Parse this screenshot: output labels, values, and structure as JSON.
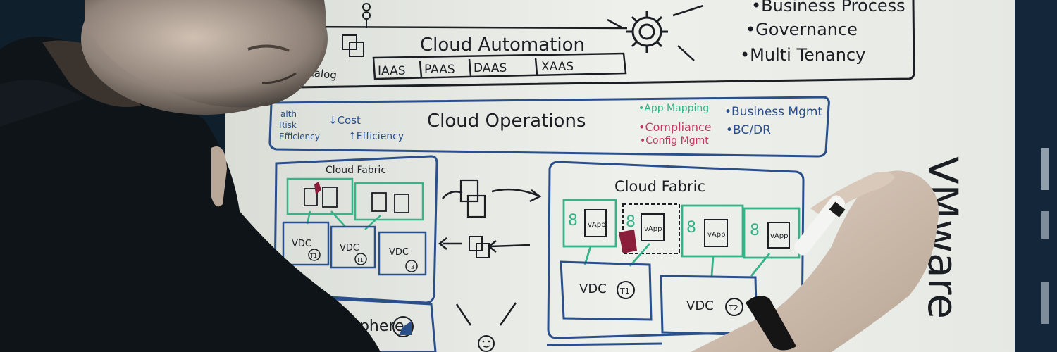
{
  "palette": {
    "board": "#eef0ec",
    "ink_black": "#1b1f24",
    "ink_blue": "#2a4f8a",
    "ink_green": "#37b38a",
    "ink_red": "#c23a64",
    "ink_maroon": "#8b1e3a",
    "stand": "#0f1f2c",
    "skin": "#c9b8a8",
    "shirt": "#101418"
  },
  "board": {
    "top_right_list": [
      "•Business Process",
      "•Governance",
      "•Multi Tenancy"
    ],
    "automation": {
      "title": "Cloud Automation",
      "catalog_label": "Catalog",
      "services": [
        "IAAS",
        "PAAS",
        "DAAS",
        "XAAS"
      ]
    },
    "operations": {
      "title": "Cloud Operations",
      "left_notes": [
        "alth",
        "Risk",
        "Efficiency"
      ],
      "cost_notes": [
        "↓Cost",
        "↑Efficiency"
      ],
      "mid_notes": [
        "•App Mapping"
      ],
      "red_notes": [
        "•Compliance",
        "•Config Mgmt"
      ],
      "right_notes": [
        "•Business Mgmt",
        "•BC/DR"
      ]
    },
    "fabric_left": {
      "title": "Cloud Fabric",
      "vdc": [
        {
          "label": "VDC",
          "tag": "T1"
        },
        {
          "label": "VDC",
          "tag": "T1"
        },
        {
          "label": "VDC",
          "tag": "T3"
        }
      ]
    },
    "fabric_right": {
      "title": "Cloud Fabric",
      "vdc": [
        {
          "label": "VDC",
          "tag": "T1"
        },
        {
          "label": "VDC",
          "tag": "T2"
        }
      ]
    },
    "vm_label": "vApp",
    "sphere_label": "Sphere",
    "brand_vertical": "VMware"
  }
}
